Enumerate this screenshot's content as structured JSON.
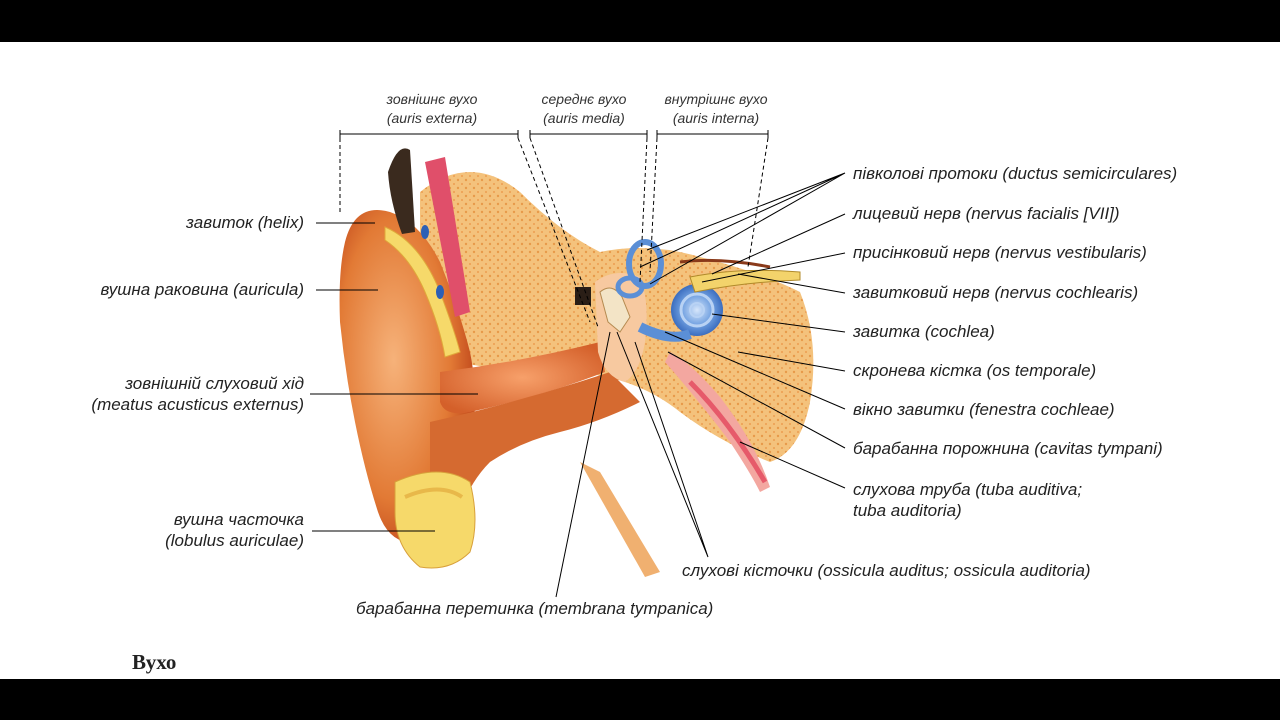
{
  "sections": {
    "external": [
      "зовнішнє вухо",
      "(auris externa)"
    ],
    "middle": [
      "середнє вухо",
      "(auris media)"
    ],
    "internal": [
      "внутрішнє вухо",
      "(auris interna)"
    ]
  },
  "labels_left": {
    "helix": "завиток (helix)",
    "auricula": "вушна раковина (auricula)",
    "meatus_1": "зовнішній слуховий хід",
    "meatus_2": "(meatus acusticus externus)",
    "lobulus_1": "вушна часточка",
    "lobulus_2": "(lobulus auriculae)"
  },
  "labels_right": {
    "semicircular": "півколові протоки (ductus semicirculares)",
    "facial": "лицевий нерв (nervus facialis [VII])",
    "vestibular": "присінковий нерв (nervus vestibularis)",
    "cochlear_nerve": "завитковий нерв (nervus cochlearis)",
    "cochlea": "завитка (cochlea)",
    "temporal": "скронева кістка (os temporale)",
    "fenestra": "вікно завитки (fenestra cochleae)",
    "tympanic_cavity": "барабанна порожнина (cavitas tympani)",
    "tuba_1": "слухова труба (tuba auditiva;",
    "tuba_2": "tuba auditoria)"
  },
  "labels_bottom": {
    "ossicles": "слухові кісточки (ossicula auditus; ossicula auditoria)",
    "membrane": "барабанна перетинка (membrana tympanica)"
  },
  "caption": "Вухо",
  "colors": {
    "skin": "#e8823a",
    "skin_dark": "#c9521f",
    "cartilage": "#f6d96a",
    "bone": "#f2c27a",
    "cochlea": "#5b8fd6",
    "nerve": "#f3d36b",
    "frame": "#000000"
  }
}
